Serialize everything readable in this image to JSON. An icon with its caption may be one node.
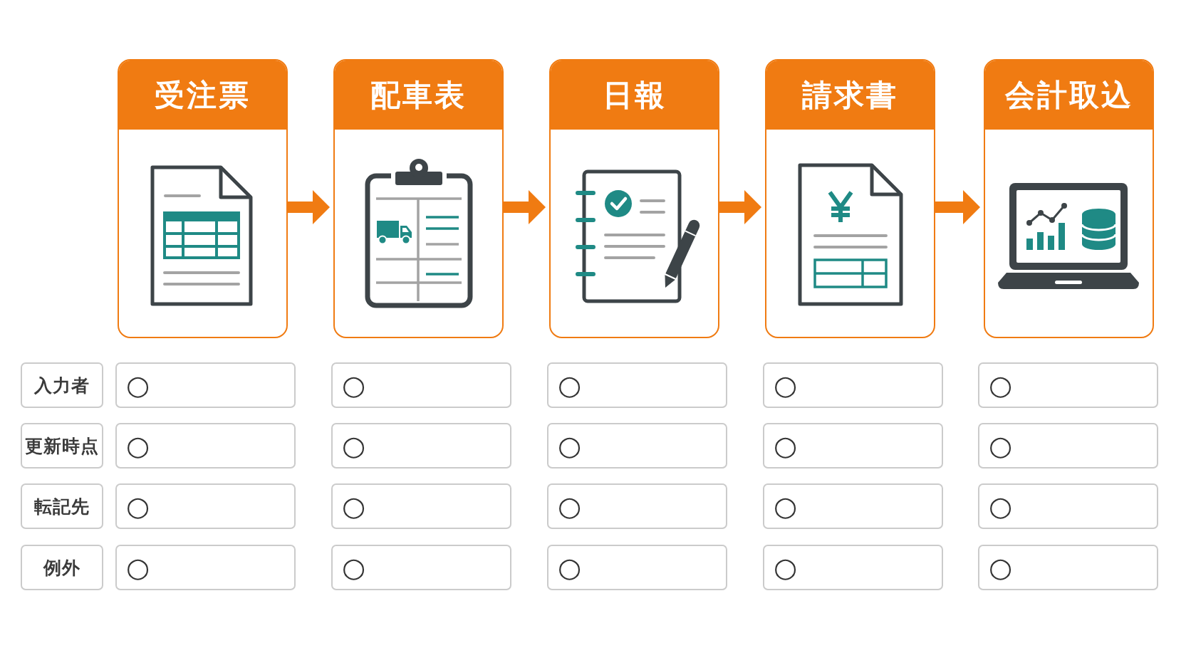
{
  "diagram": {
    "nodes": [
      {
        "text": [
          "受注票"
        ]
      },
      {
        "text": [
          "配車表"
        ]
      },
      {
        "text": [
          "日報"
        ]
      },
      {
        "text": [
          "請求書"
        ]
      },
      {
        "text": [
          "会計取込"
        ]
      }
    ],
    "edges": [
      {
        "from": 0,
        "to": 1,
        "arrow": "to"
      },
      {
        "from": 1,
        "to": 2,
        "arrow": "to"
      },
      {
        "from": 2,
        "to": 3,
        "arrow": "to"
      },
      {
        "from": 3,
        "to": 4,
        "arrow": "to"
      }
    ],
    "labels": [
      "入力者",
      "○",
      "○",
      "○",
      "○",
      "○",
      "更新時点",
      "○",
      "○",
      "○",
      "○",
      "○",
      "転記先",
      "○",
      "○",
      "○",
      "○",
      "○",
      "例外",
      "○",
      "○",
      "○",
      "○",
      "○"
    ]
  }
}
